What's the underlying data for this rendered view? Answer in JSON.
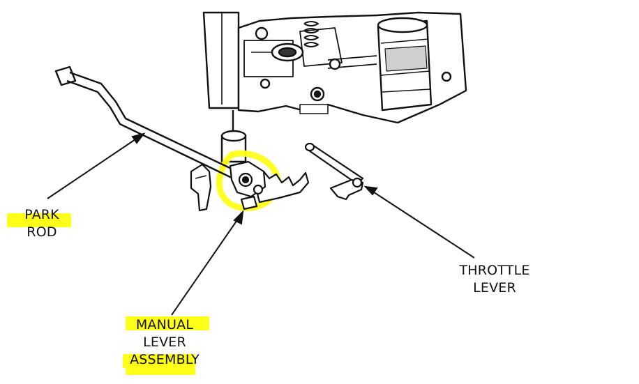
{
  "diagram": {
    "labels": {
      "park_rod": [
        "PARK",
        "ROD"
      ],
      "manual_lever_assembly": [
        "MANUAL",
        "LEVER",
        "ASSEMBLY"
      ],
      "throttle_lever": [
        "THROTTLE",
        "LEVER"
      ]
    },
    "highlight_color": "#ffff1a",
    "line_color": "#111111"
  }
}
